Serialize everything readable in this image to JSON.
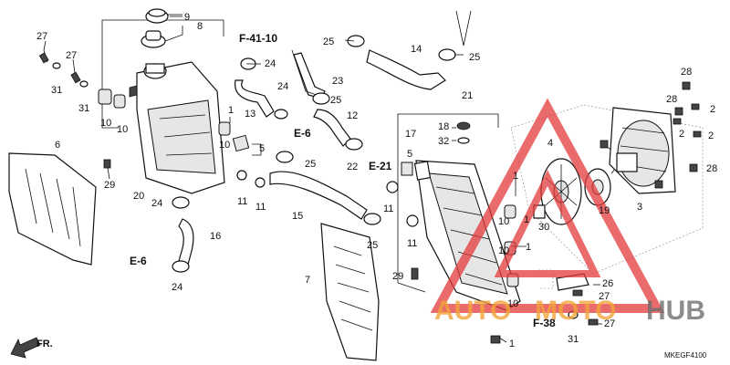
{
  "callouts": {
    "c27a": "27",
    "c31a": "31",
    "c27b": "27",
    "c31b": "31",
    "c9": "9",
    "c8": "8",
    "c24a": "24",
    "c10a": "10",
    "c10b": "10",
    "c10c": "10",
    "c13": "13",
    "c24b": "24",
    "c1a": "1",
    "c5a": "5",
    "c6": "6",
    "c29a": "29",
    "c20": "20",
    "c24c": "24",
    "c11a": "11",
    "c11b": "11",
    "c16": "16",
    "c24d": "24",
    "c25a": "25",
    "c23": "23",
    "c25b": "25",
    "c12": "12",
    "c25c": "25",
    "c22": "22",
    "c15": "15",
    "c25d": "25",
    "c7": "7",
    "c14": "14",
    "c25e": "25",
    "c21": "21",
    "c17": "17",
    "c18": "18",
    "c32": "32",
    "c5b": "5",
    "c11c": "11",
    "c11d": "11",
    "c29b": "29",
    "c1b": "1",
    "c10d": "10",
    "c1c": "1",
    "c10e": "10",
    "c1d": "1",
    "c10f": "10",
    "c1e": "1",
    "c4": "4",
    "c30": "30",
    "c19": "19",
    "c3": "3",
    "c28a": "28",
    "c28b": "28",
    "c2a": "2",
    "c2b": "2",
    "c2c": "2",
    "c28c": "28",
    "c26": "26",
    "c27c": "27",
    "c27d": "27",
    "c31c": "31"
  },
  "refs": {
    "f4110": "F-41-10",
    "e6a": "E-6",
    "e21": "E-21",
    "e6b": "E-6",
    "f38": "F-38"
  },
  "front_label": "FR.",
  "diagram_code": "MKEGF4100",
  "watermark": {
    "text_left": "AUTO",
    "text_mid": "MOTO",
    "text_right": "HUB",
    "color_red": "#e23a3a",
    "color_orange": "#f2a43a",
    "color_gray": "#707070"
  }
}
